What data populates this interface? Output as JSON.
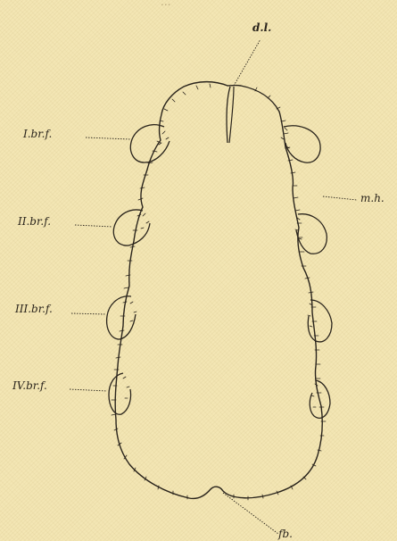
{
  "background_color": "#f3e6b4",
  "ink_color": "#2a241c",
  "labels": {
    "top_fragment": "...",
    "dl": "d.l.",
    "gill_fold_1": "I.br.f.",
    "gill_fold_2": "II.br.f.",
    "gill_fold_3": "III.br.f.",
    "gill_fold_4": "IV.br.f.",
    "mh": "m.h.",
    "bottom": "fb."
  }
}
